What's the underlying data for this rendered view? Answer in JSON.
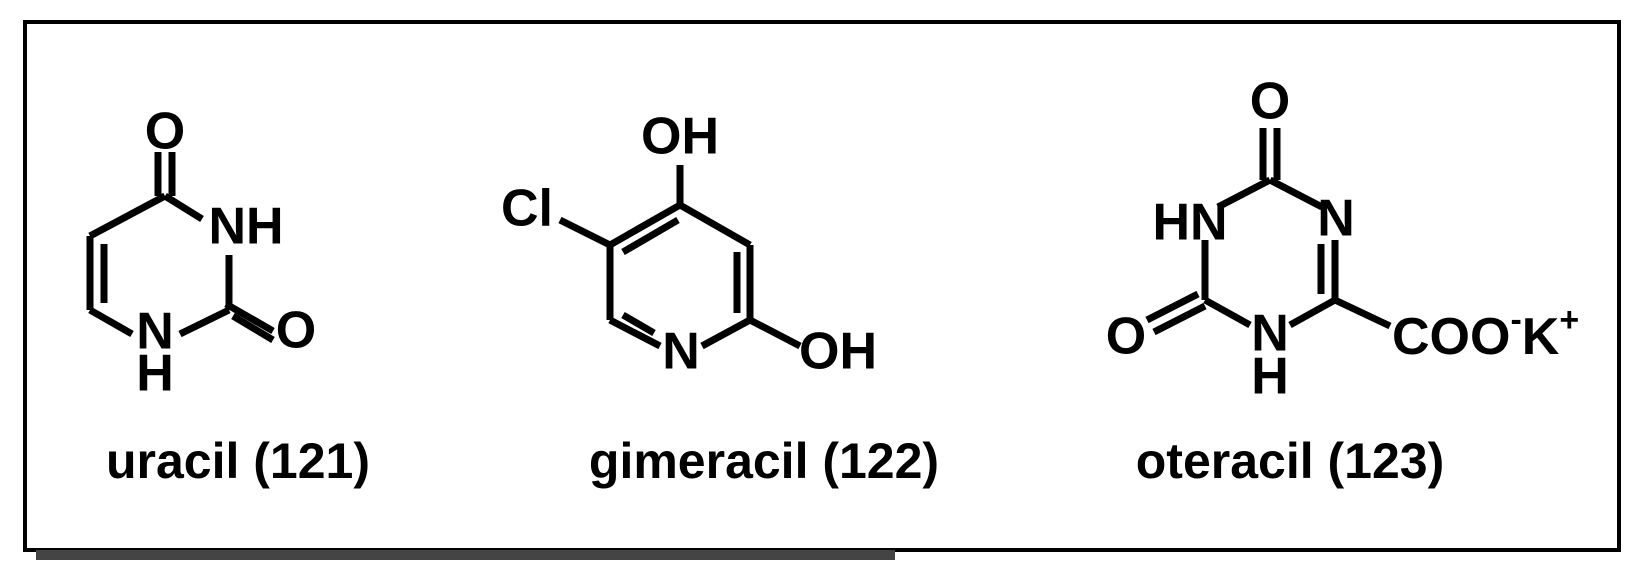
{
  "figure": {
    "molecules": [
      {
        "key": "uracil",
        "caption": "uracil (121)",
        "atoms": {
          "o_top": "O",
          "nh_right": "NH",
          "n_bottom": "N",
          "h_bottom": "H",
          "o_right": "O"
        }
      },
      {
        "key": "gimeracil",
        "caption": "gimeracil (122)",
        "atoms": {
          "oh_top": "OH",
          "cl": "Cl",
          "n_ring": "N",
          "oh_right": "OH"
        }
      },
      {
        "key": "oteracil",
        "caption": "oteracil (123)",
        "atoms": {
          "o_top": "O",
          "hn_left": "HN",
          "n_right": "N",
          "o_left": "O",
          "n_bottom": "N",
          "h_bottom": "H",
          "coo": "COO",
          "minus": "-",
          "k": "K",
          "plus": "+"
        }
      }
    ]
  }
}
